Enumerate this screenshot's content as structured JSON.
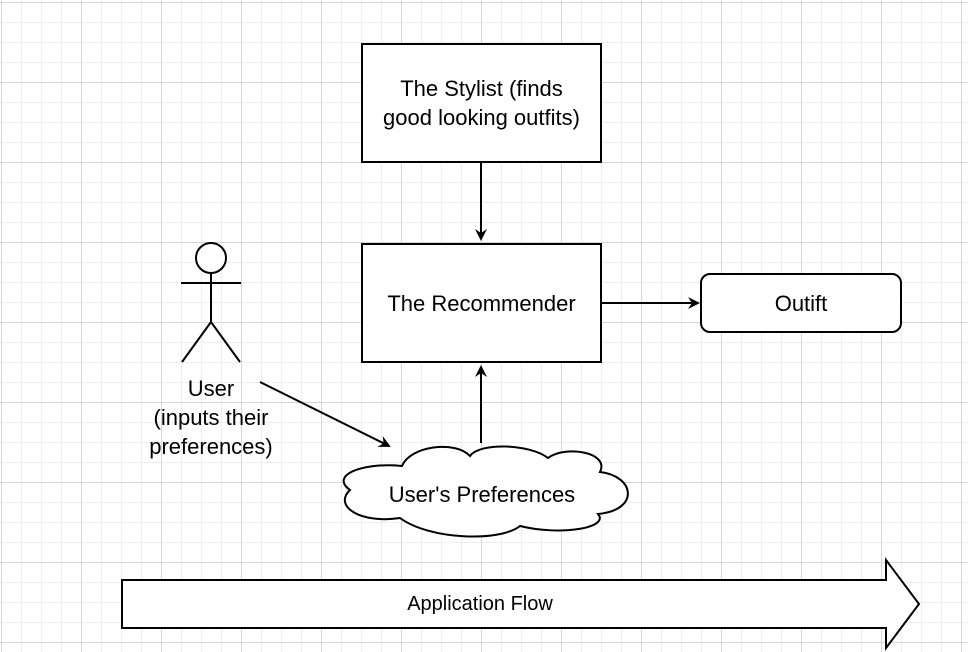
{
  "nodes": {
    "stylist": "The Stylist (finds good looking outfits)",
    "recommender": "The Recommender",
    "outfit": "Outift",
    "user": "User\n(inputs their preferences)",
    "preferences": "User's Preferences",
    "flow": "Application Flow"
  },
  "colors": {
    "stroke": "#000000",
    "fill": "#ffffff",
    "grid_major": "#d6d6d6",
    "grid_minor": "#eeeeee"
  },
  "icons": {
    "user": "stick-figure-actor",
    "preferences": "cloud-shape",
    "flow": "block-arrow-right"
  }
}
